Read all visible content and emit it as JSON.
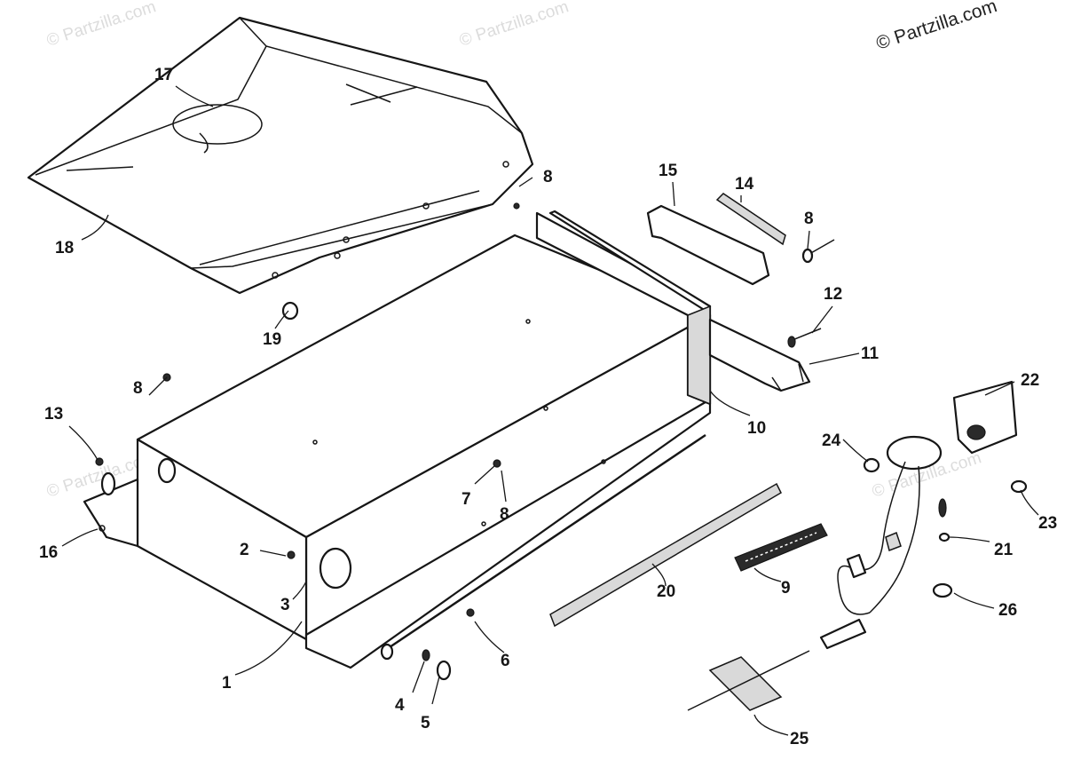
{
  "copyright": "© Partzilla.com",
  "watermark": "© Partzilla.com",
  "callouts": {
    "c1": "1",
    "c2": "2",
    "c3": "3",
    "c4": "4",
    "c5": "5",
    "c6": "6",
    "c7": "7",
    "c8a": "8",
    "c8b": "8",
    "c8c": "8",
    "c8d": "8",
    "c9": "9",
    "c10": "10",
    "c11": "11",
    "c12": "12",
    "c13": "13",
    "c14": "14",
    "c15": "15",
    "c16": "16",
    "c17": "17",
    "c18": "18",
    "c19": "19",
    "c20": "20",
    "c21": "21",
    "c22": "22",
    "c23": "23",
    "c24": "24",
    "c25": "25",
    "c26": "26"
  },
  "colors": {
    "ink": "#161616",
    "watermark": "#dcdcdc",
    "background": "#ffffff"
  }
}
